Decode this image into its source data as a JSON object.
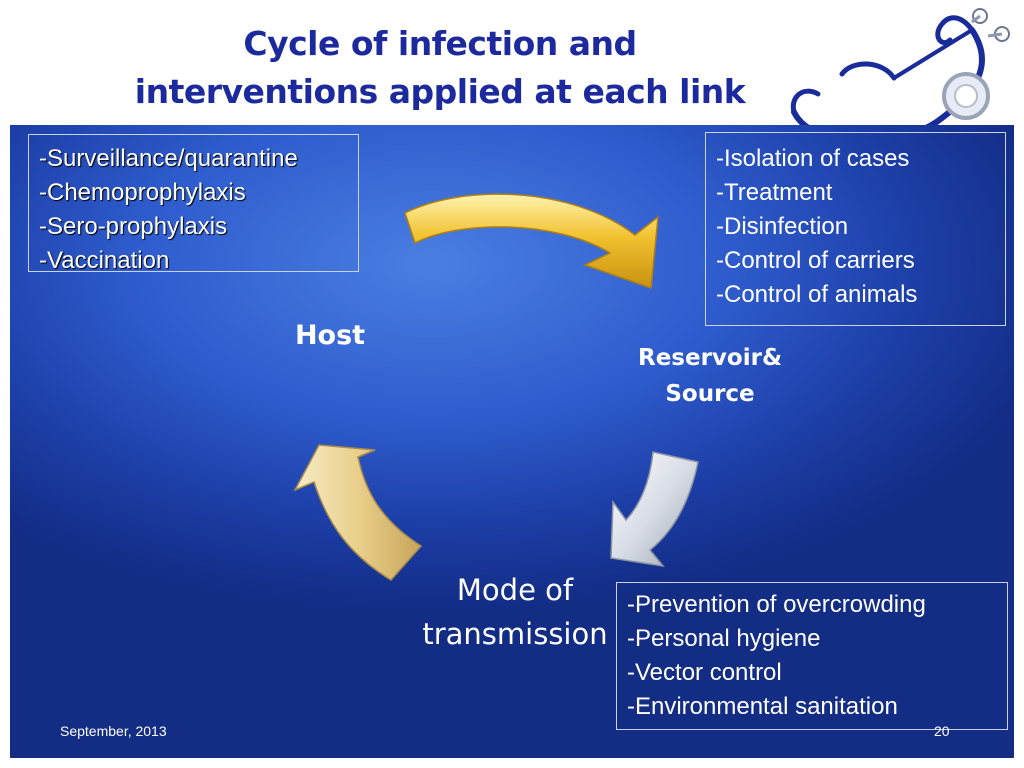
{
  "slide": {
    "title_line1": "Cycle of infection and",
    "title_line2": "interventions applied at each link"
  },
  "cycle": {
    "host_label": "Host",
    "reservoir_label_line1": "Reservoir&",
    "reservoir_label_line2": "Source",
    "mode_label_line1": "Mode of",
    "mode_label_line2": "transmission"
  },
  "boxes": {
    "host_interventions": [
      "-Surveillance/quarantine",
      "-Chemoprophylaxis",
      "-Sero-prophylaxis",
      "-Vaccination"
    ],
    "reservoir_interventions": [
      "-Isolation  of  cases",
      "-Treatment",
      "-Disinfection",
      "-Control of carriers",
      "-Control of animals"
    ],
    "mode_interventions": [
      "-Prevention of overcrowding",
      "-Personal hygiene",
      "-Vector control",
      "-Environmental sanitation"
    ]
  },
  "footer": {
    "date": "September, 2013",
    "page_number": "20"
  },
  "colors": {
    "title": "#1c2a9e",
    "panel_background": "#2f5ccd",
    "arrow_host_to_reservoir": "#f2c230",
    "arrow_reservoir_to_mode": "#d8dde6",
    "arrow_mode_to_host": "#e8cf8a"
  },
  "icons": [
    "stethoscope-icon"
  ]
}
